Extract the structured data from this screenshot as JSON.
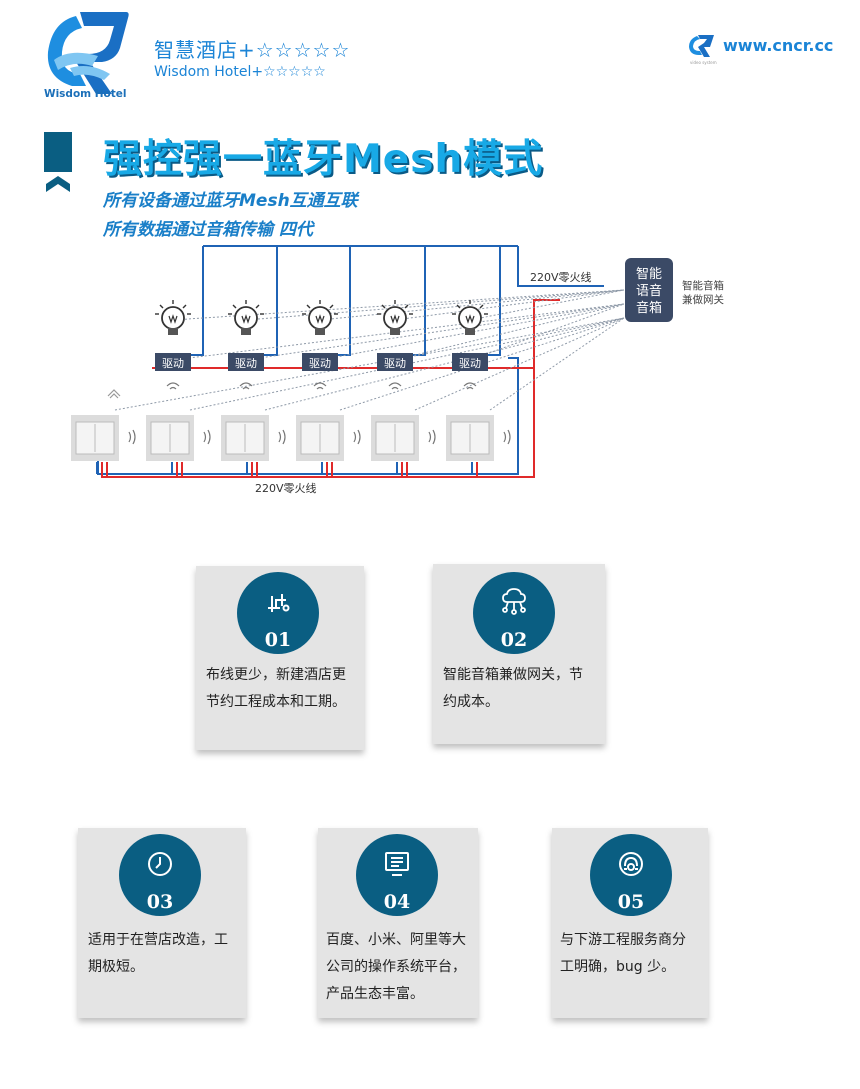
{
  "header": {
    "logo_caption": "Wisdom Hotel",
    "brand_cn": "智慧酒店+☆☆☆☆☆",
    "brand_en": "Wisdom Hotel+☆☆☆☆☆",
    "site_logo_caption": "video system",
    "site_url": "www.cncr.cc"
  },
  "title": {
    "main": "强控强一蓝牙Mesh模式",
    "sub1": "所有设备通过蓝牙Mesh互通互联",
    "sub2": "所有数据通过音箱传输 四代"
  },
  "diagram": {
    "line_label_top": "220V零火线",
    "line_label_bottom": "220V零火线",
    "speaker_label": [
      "智能",
      "语音",
      "音箱"
    ],
    "speaker_note": [
      "智能音箱",
      "兼做网关"
    ],
    "driver_label": "驱动",
    "colors": {
      "neutral": "#1f63b5",
      "live": "#e02a2a",
      "dashed": "#8f9aa8",
      "speaker": "#3b4a66"
    }
  },
  "features": [
    {
      "num": "01",
      "icon": "wiring-icon",
      "lines": [
        "布线更少，新建酒店更",
        "节约工程成本和工期。"
      ]
    },
    {
      "num": "02",
      "icon": "cloud-network-icon",
      "lines": [
        "智能音箱兼做网关，节",
        "约成本。"
      ]
    },
    {
      "num": "03",
      "icon": "clock-icon",
      "lines": [
        "适用于在营店改造，工",
        "期极短。"
      ]
    },
    {
      "num": "04",
      "icon": "platform-icon",
      "lines": [
        "百度、小米、阿里等大",
        "公司的操作系统平台，",
        "产品生态丰富。"
      ]
    },
    {
      "num": "05",
      "icon": "headset-service-icon",
      "lines": [
        "与下游工程服务商分",
        "工明确，bug 少。"
      ]
    }
  ]
}
